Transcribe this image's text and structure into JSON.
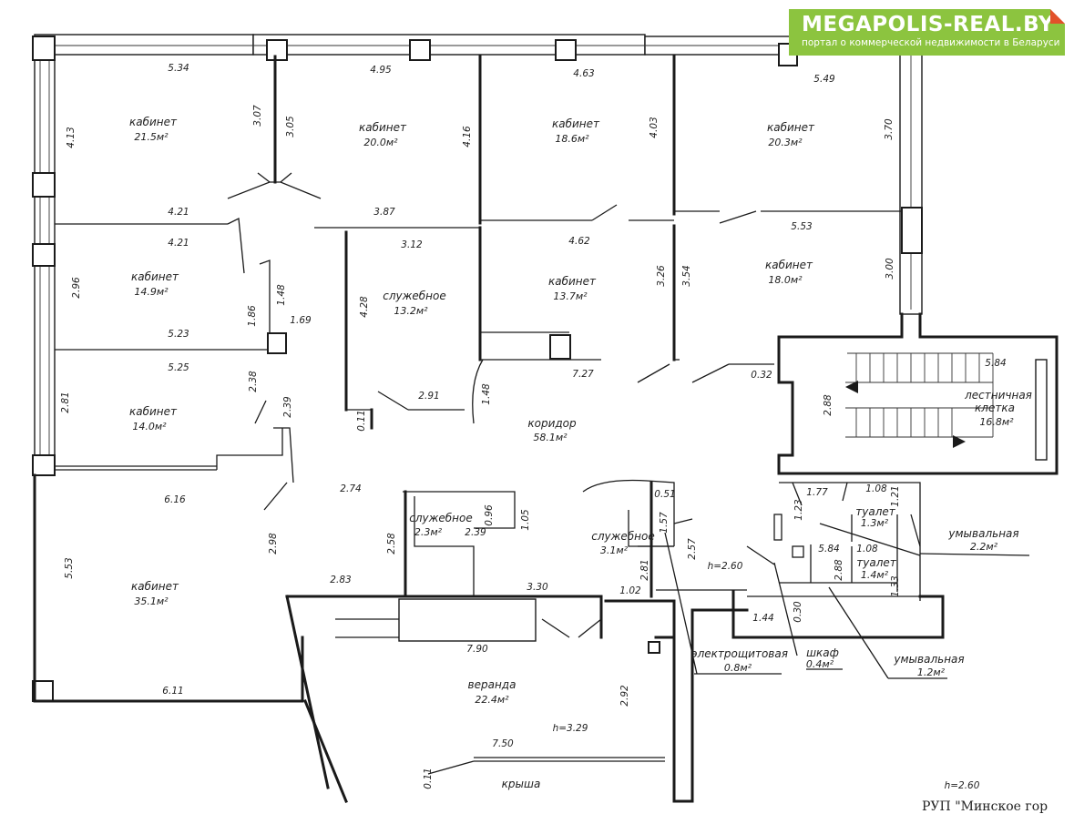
{
  "logo": {
    "title": "MEGAPOLIS-REAL.BY",
    "subtitle": "портал о коммерческой недвижимости в Беларуси"
  },
  "stamp": "РУП \"Минское гор",
  "rooms": [
    {
      "id": "r1",
      "name": "кабинет",
      "area": "21.5м²"
    },
    {
      "id": "r2",
      "name": "кабинет",
      "area": "20.0м²"
    },
    {
      "id": "r3",
      "name": "кабинет",
      "area": "18.6м²"
    },
    {
      "id": "r4",
      "name": "кабинет",
      "area": "20.3м²"
    },
    {
      "id": "r5",
      "name": "кабинет",
      "area": "14.9м²"
    },
    {
      "id": "r6",
      "name": "служебное",
      "area": "13.2м²"
    },
    {
      "id": "r7",
      "name": "кабинет",
      "area": "13.7м²"
    },
    {
      "id": "r8",
      "name": "кабинет",
      "area": "18.0м²"
    },
    {
      "id": "r9",
      "name": "кабинет",
      "area": "14.0м²"
    },
    {
      "id": "r10",
      "name": "коридор",
      "area": "58.1м²"
    },
    {
      "id": "r11",
      "name": "лестничная",
      "name2": "клетка",
      "area": "16.8м²"
    },
    {
      "id": "r12",
      "name": "кабинет",
      "area": "35.1м²"
    },
    {
      "id": "r13",
      "name": "служебное",
      "area": "2.3м²"
    },
    {
      "id": "r14",
      "name": "служебное",
      "area": "3.1м²"
    },
    {
      "id": "r15",
      "name": "туалет",
      "area": "1.3м²"
    },
    {
      "id": "r16",
      "name": "туалет",
      "area": "1.4м²"
    },
    {
      "id": "r17",
      "name": "умывальная",
      "area": "2.2м²"
    },
    {
      "id": "r18",
      "name": "умывальная",
      "area": "1.2м²"
    },
    {
      "id": "r19",
      "name": "электрощитовая",
      "area": "0.8м²"
    },
    {
      "id": "r20",
      "name": "шкаф",
      "area": "0.4м²"
    },
    {
      "id": "r21",
      "name": "веранда",
      "area": "22.4м²"
    },
    {
      "id": "r22",
      "name": "крыша"
    }
  ],
  "heights": [
    "h=2.60",
    "h=3.29",
    "h=2.60"
  ],
  "dimensions": [
    "5.34",
    "4.95",
    "4.63",
    "5.49",
    "4.13",
    "3.07",
    "3.05",
    "4.16",
    "4.03",
    "3.70",
    "4.21",
    "3.87",
    "4.21",
    "3.12",
    "4.62",
    "5.53",
    "2.96",
    "1.48",
    "4.28",
    "3.26",
    "3.54",
    "3.00",
    "1.86",
    "1.69",
    "5.23",
    "5.25",
    "2.38",
    "2.39",
    "7.27",
    "0.32",
    "5.84",
    "2.81",
    "2.91",
    "1.48",
    "0.11",
    "2.88",
    "6.16",
    "2.74",
    "0.96",
    "1.05",
    "0.51",
    "1.77",
    "1.08",
    "1.21",
    "1.23",
    "5.53",
    "2.98",
    "2.58",
    "2.39",
    "1.57",
    "2.57",
    "5.84",
    "1.08",
    "2.88",
    "1.33",
    "2.83",
    "3.30",
    "2.81",
    "1.02",
    "0.30",
    "1.44",
    "7.90",
    "2.92",
    "6.11",
    "7.50",
    "0.11"
  ]
}
